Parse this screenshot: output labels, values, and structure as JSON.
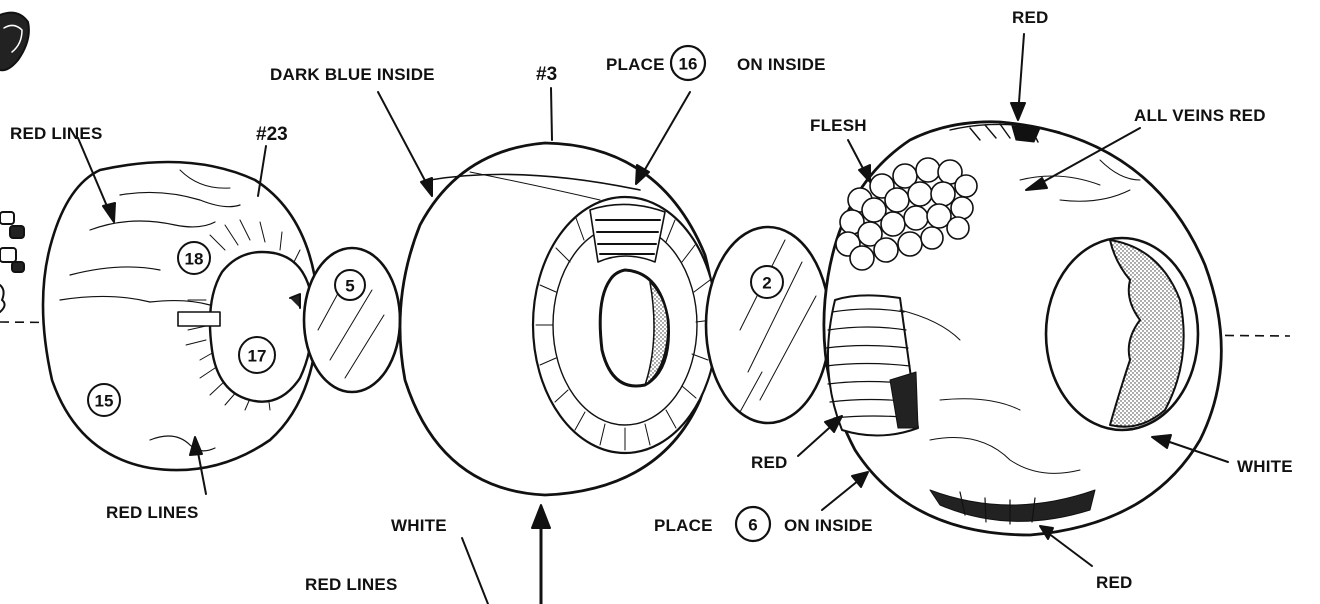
{
  "labels": {
    "red_top": "RED",
    "dark_blue_inside": "DARK BLUE INSIDE",
    "part_3": "#3",
    "place_16_prefix": "PLACE",
    "place_16_num": "16",
    "place_16_suffix": "ON INSIDE",
    "all_veins_red": "ALL VEINS RED",
    "red_lines_top": "RED LINES",
    "part_23": "#23",
    "flesh": "FLESH",
    "red_lines_bottom": "RED LINES",
    "white_center": "WHITE",
    "red_lines_lower": "RED LINES",
    "red_mid": "RED",
    "place_6_prefix": "PLACE",
    "place_6_num": "6",
    "place_6_suffix": "ON INSIDE",
    "white_right": "WHITE",
    "red_bottom": "RED"
  },
  "parts": {
    "p15": "15",
    "p18": "18",
    "p17": "17",
    "p5": "5",
    "p2": "2"
  }
}
